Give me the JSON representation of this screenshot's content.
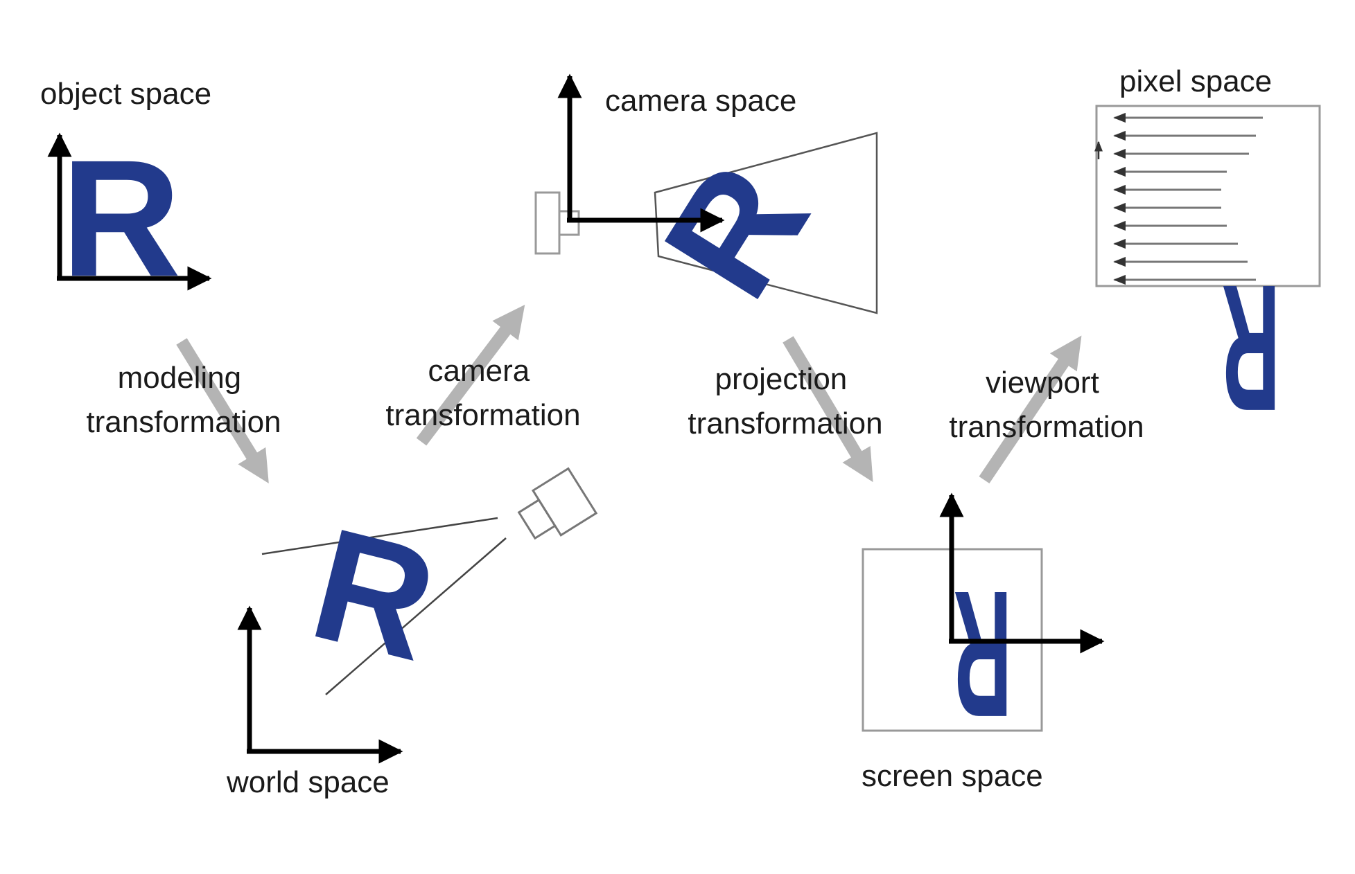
{
  "spaces": {
    "object": "object space",
    "world": "world space",
    "camera": "camera space",
    "screen": "screen space",
    "pixel": "pixel space"
  },
  "transformations": {
    "modeling": [
      "modeling",
      "transformation"
    ],
    "camera": [
      "camera",
      "transformation"
    ],
    "projection": [
      "projection",
      "transformation"
    ],
    "viewport": [
      "viewport",
      "transformation"
    ]
  },
  "glyph": "R",
  "colors": {
    "glyph": "#223a8c",
    "axis": "#000000",
    "transform_arrow": "#b4b4b4",
    "outline": "#9a9a9a"
  }
}
